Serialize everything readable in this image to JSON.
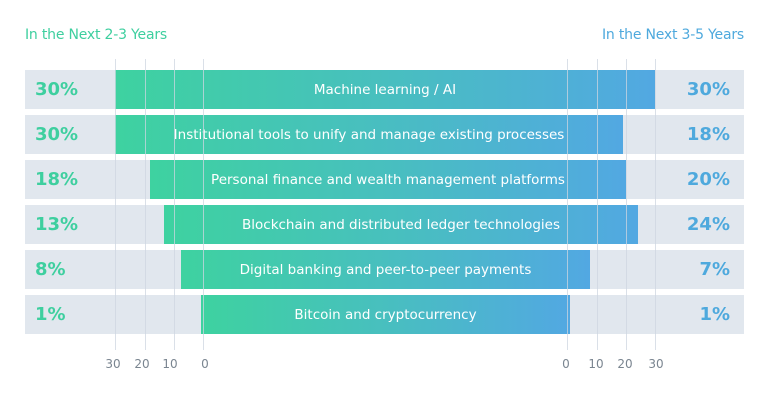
{
  "header": {
    "left_title": "In the Next 2-3 Years",
    "right_title": "In the Next 3-5 Years"
  },
  "colors": {
    "left_accent": "#3ecf9f",
    "right_accent": "#4ea9dd",
    "row_background": "#e1e7ee",
    "gradient_start": "#3ed2a0",
    "gradient_end": "#52a8e2"
  },
  "rows": [
    {
      "label": "Machine learning / AI",
      "left_pct": "30%",
      "right_pct": "30%"
    },
    {
      "label": "Institutional tools to unify and manage existing processes",
      "left_pct": "30%",
      "right_pct": "18%"
    },
    {
      "label": "Personal finance and wealth management platforms",
      "left_pct": "18%",
      "right_pct": "20%"
    },
    {
      "label": "Blockchain and distributed ledger technologies",
      "left_pct": "13%",
      "right_pct": "24%"
    },
    {
      "label": "Digital banking and peer-to-peer payments",
      "left_pct": "8%",
      "right_pct": "7%"
    },
    {
      "label": "Bitcoin and cryptocurrency",
      "left_pct": "1%",
      "right_pct": "1%"
    }
  ],
  "axis": {
    "left_ticks": [
      "30",
      "20",
      "10",
      "0"
    ],
    "right_ticks": [
      "0",
      "10",
      "20",
      "30"
    ]
  },
  "chart_data": {
    "type": "bar",
    "orientation": "horizontal-diverging",
    "title": "",
    "categories": [
      "Machine learning / AI",
      "Institutional tools to unify and manage existing processes",
      "Personal finance and wealth management platforms",
      "Blockchain and distributed ledger technologies",
      "Digital banking and peer-to-peer payments",
      "Bitcoin and cryptocurrency"
    ],
    "series": [
      {
        "name": "In the Next 2-3 Years",
        "values": [
          30,
          30,
          18,
          13,
          8,
          1
        ],
        "color": "#3ecf9f",
        "side": "left"
      },
      {
        "name": "In the Next 3-5 Years",
        "values": [
          30,
          18,
          20,
          24,
          7,
          1
        ],
        "color": "#4ea9dd",
        "side": "right"
      }
    ],
    "left_axis_ticks": [
      30,
      20,
      10,
      0
    ],
    "right_axis_ticks": [
      0,
      10,
      20,
      30
    ],
    "xlim_each_side": [
      0,
      30
    ],
    "xlabel": "",
    "ylabel": "",
    "grid": true,
    "legend": "headers at top-left and top-right"
  }
}
